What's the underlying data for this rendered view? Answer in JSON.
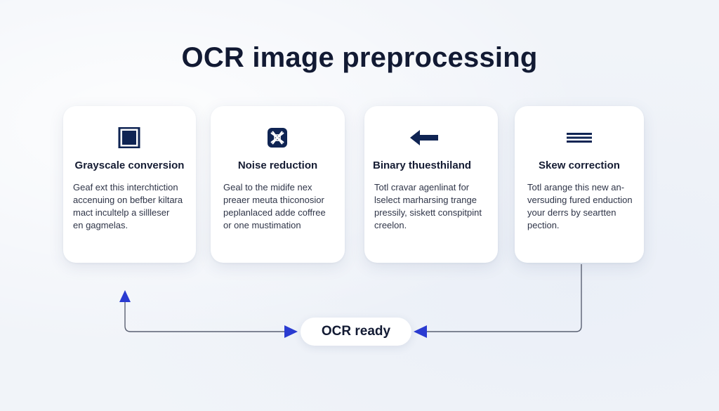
{
  "title": "OCR image preprocessing",
  "steps": [
    {
      "title": "Grayscale conversion",
      "icon": "square-icon",
      "body": "Geaf ext this interchtiction\naccenuing on befber kiltara\nmact incultelp a sillleser\nen gagmelas."
    },
    {
      "title": "Noise reduction",
      "icon": "noise-pattern-icon",
      "body": "Geal to the midife nex\npreaer meuta thiconosior\npeplanlaced adde coffree\nor one mustimation"
    },
    {
      "title": "Binary thuesthiland",
      "icon": "arrow-left-icon",
      "body": "Totl cravar agenlinat for\nlselect marharsing trange\npressily, siskett conspitpint\ncreelon."
    },
    {
      "title": "Skew correction",
      "icon": "lines-icon",
      "body": "Totl arange this new an-\nversuding fured enduction\nyour derrs by seartten\npection."
    }
  ],
  "result": {
    "label": "OCR ready"
  },
  "colors": {
    "accent": "#2a3bd1",
    "navy": "#0f2453",
    "connector": "#5a6072"
  }
}
